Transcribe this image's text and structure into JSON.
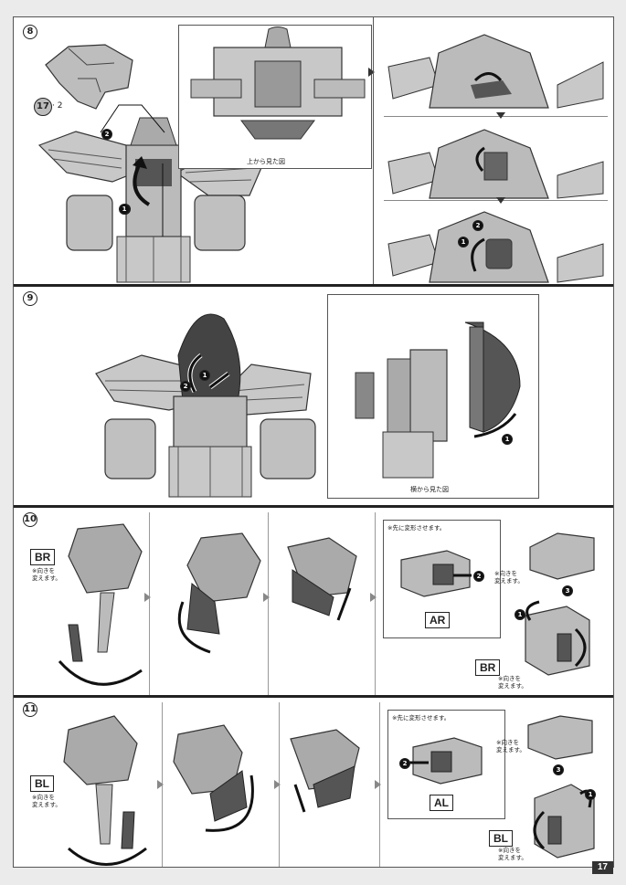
{
  "steps": [
    {
      "number": "8",
      "ref_part": "17",
      "ref_step": "2",
      "view_caption": "上から見た図"
    },
    {
      "number": "9",
      "view_caption": "横から見た図"
    },
    {
      "number": "10",
      "left_tag": "BR",
      "left_note": "※向きを\n変えます。",
      "box_note": "※先に変形させます。",
      "box_tag": "AR",
      "box_tag2": "BR",
      "side_note": "※向きを\n変えます。",
      "side_note2": "※向きを\n変えます。"
    },
    {
      "number": "11",
      "left_tag": "BL",
      "left_note": "※向きを\n変えます。",
      "box_note": "※先に変形させます。",
      "box_tag": "AL",
      "box_tag2": "BL",
      "side_note": "※向きを\n変えます。",
      "side_note2": "※向きを\n変えます。"
    }
  ],
  "markers": {
    "one": "1",
    "two": "2",
    "three": "3"
  },
  "page_number": "17"
}
